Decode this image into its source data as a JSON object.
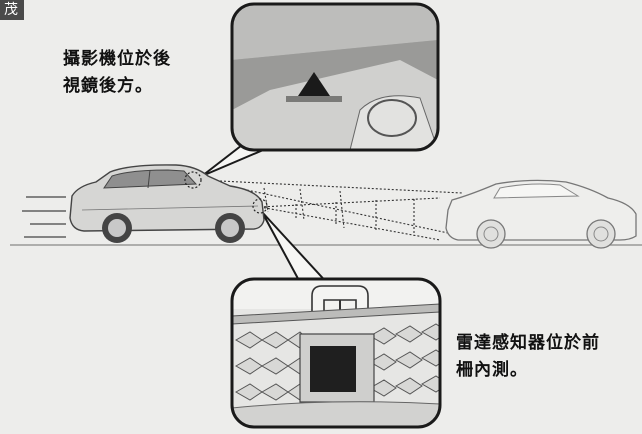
{
  "section_tag": "茂",
  "captions": {
    "camera_line1": "攝影機位於後",
    "camera_line2": "視鏡後方。",
    "radar_line1": "雷達感知器位於前",
    "radar_line2": "柵內測。"
  },
  "colors": {
    "background": "#ededeb",
    "inset_frame": "#1a1a1a",
    "vehicle": "#d4d4d2",
    "ground": "#9a9a98"
  }
}
